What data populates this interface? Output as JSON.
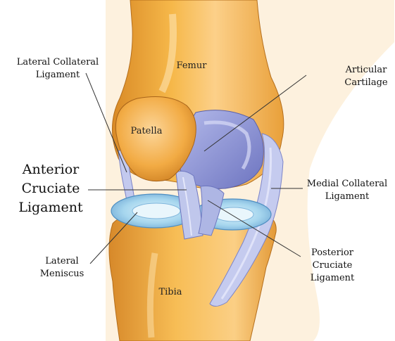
{
  "labels": {
    "lateral_collateral": [
      "Lateral Collateral",
      "Ligament"
    ],
    "femur": "Femur",
    "articular_cartilage": [
      "Articular",
      "Cartilage"
    ],
    "patella": "Patella",
    "anterior_cruciate": [
      "Anterior",
      "Cruciate",
      "Ligament"
    ],
    "medial_collateral": [
      "Medial Collateral",
      "Ligament"
    ],
    "lateral_meniscus": [
      "Lateral",
      "Meniscus"
    ],
    "posterior_cruciate": [
      "Posterior",
      "Cruciate",
      "Ligament"
    ],
    "tibia": "Tibia"
  },
  "colors": {
    "bone": "#f2a93b",
    "bone_light": "#fbd28a",
    "bone_shadow": "#c97a1e",
    "cartilage": "#8e97d6",
    "ligament": "#b8c0e8",
    "meniscus": "#a8d8ee"
  }
}
